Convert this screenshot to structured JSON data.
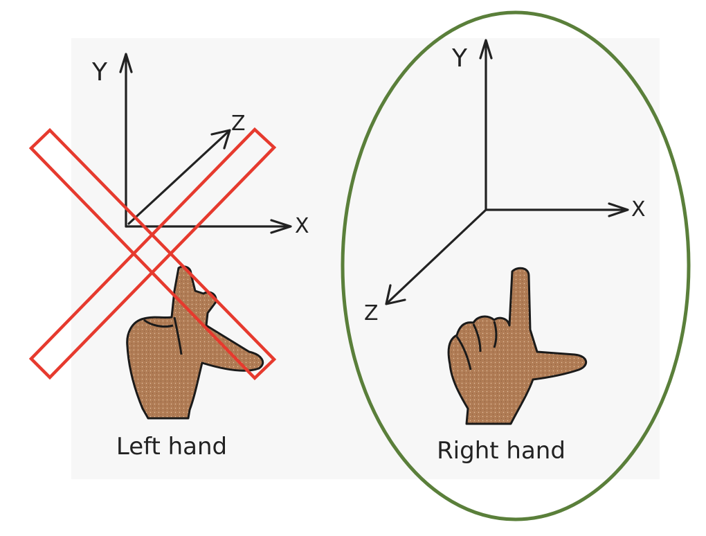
{
  "colors": {
    "page_background": "#ffffff",
    "panel_background": "#f7f7f7",
    "axis_stroke": "#222222",
    "skin": "#b07c55",
    "skin_outline": "#1a1a1a",
    "cross_red": "#e63a2e",
    "ellipse_green": "#5a7f3a"
  },
  "left_panel": {
    "axes": {
      "x_label": "X",
      "y_label": "Y",
      "z_label": "Z"
    },
    "caption": "Left hand",
    "hand_icon": "left-hand-l-gesture-icon",
    "overlay_icon": "red-cross-icon"
  },
  "right_panel": {
    "axes": {
      "x_label": "X",
      "y_label": "Y",
      "z_label": "Z"
    },
    "caption": "Right hand",
    "hand_icon": "right-hand-l-gesture-icon",
    "overlay_icon": "green-ellipse-highlight"
  }
}
